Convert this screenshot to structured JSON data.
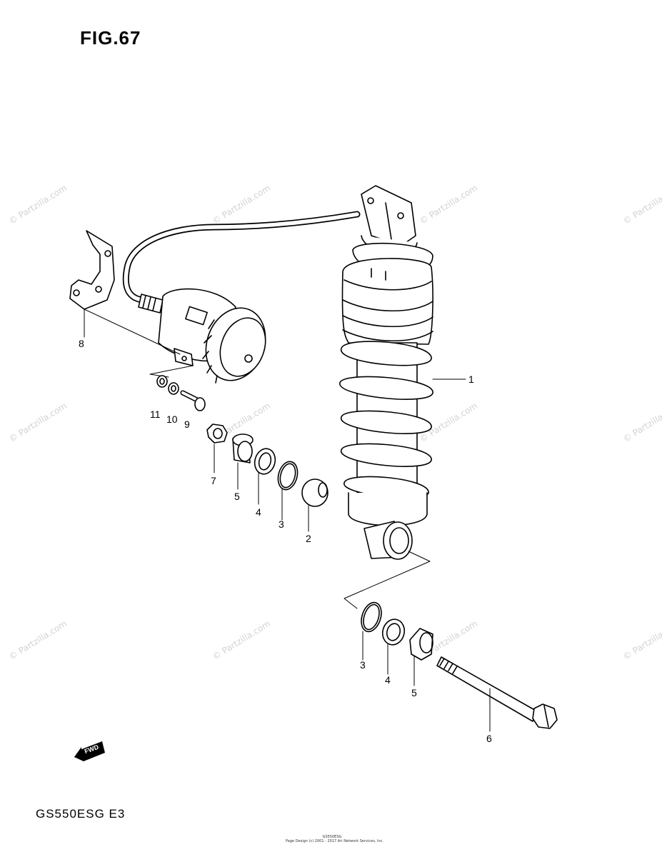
{
  "figure_title": "FIG.67",
  "model_code": "GS550ESG  E3",
  "watermark_text": "© Partzilla.com",
  "footer_lines": [
    "GS550ESG",
    "Page Design (c) 2001 - 2017 Ari Network Services, Inc."
  ],
  "fwd_label": "FWD",
  "callouts": {
    "c1": "1",
    "c2": "2",
    "c3a": "3",
    "c4a": "4",
    "c5a": "5",
    "c7": "7",
    "c8": "8",
    "c9": "9",
    "c10": "10",
    "c11": "11",
    "c3b": "3",
    "c4b": "4",
    "c5b": "5",
    "c6": "6"
  },
  "icons": [
    "fwd-arrow-icon"
  ],
  "colors": {
    "line": "#000000",
    "watermark": "#d2d2d2",
    "background": "#ffffff"
  }
}
